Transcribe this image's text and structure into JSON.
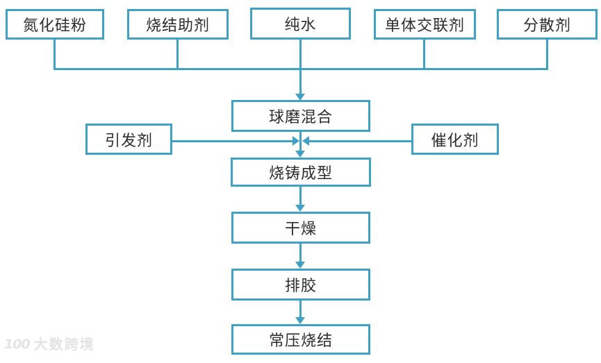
{
  "colors": {
    "accent": "#3FA2C4",
    "box_background": "#FFFFFF",
    "text": "#2D2D2D",
    "watermark": "#E4E4E4",
    "page_background": "#FFFFFF"
  },
  "diagram": {
    "type": "flowchart",
    "description": "Process flow for gel-cast silicon nitride ceramic preparation",
    "inputs": [
      {
        "label": "氮化硅粉"
      },
      {
        "label": "烧结助剂"
      },
      {
        "label": "纯水"
      },
      {
        "label": "单体交联剂"
      },
      {
        "label": "分散剂"
      }
    ],
    "side_inputs": {
      "left": {
        "label": "引发剂"
      },
      "right": {
        "label": "催化剂"
      }
    },
    "steps": [
      {
        "label": "球磨混合"
      },
      {
        "label": "烧铸成型"
      },
      {
        "label": "干燥"
      },
      {
        "label": "排胶"
      },
      {
        "label": "常压烧结"
      }
    ]
  },
  "watermark": {
    "logo_text": "100",
    "text": "大数跨境"
  }
}
